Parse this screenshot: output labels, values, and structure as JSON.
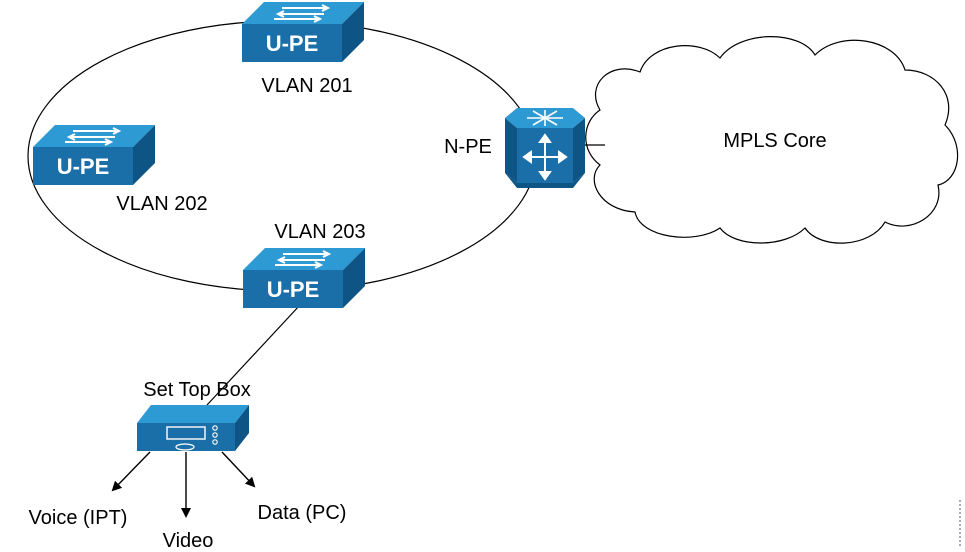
{
  "colors": {
    "device_front": "#1a6fa8",
    "device_top": "#2e9ad3",
    "device_side": "#0e5586",
    "line": "#000000",
    "cloud_fill": "#ffffff"
  },
  "devices": {
    "upe_top": {
      "label": "U-PE",
      "vlan": "VLAN 201"
    },
    "upe_left": {
      "label": "U-PE",
      "vlan": "VLAN 202"
    },
    "upe_bottom": {
      "label": "U-PE",
      "vlan": "VLAN 203"
    },
    "npe": {
      "label": "N-PE",
      "icon": "multilayer-switch-icon"
    },
    "stb": {
      "label": "Set Top Box",
      "icon": "set-top-box-icon"
    }
  },
  "cloud": {
    "label": "MPLS Core"
  },
  "outputs": {
    "voice": "Voice (IPT)",
    "video": "Video",
    "data": "Data (PC)"
  }
}
